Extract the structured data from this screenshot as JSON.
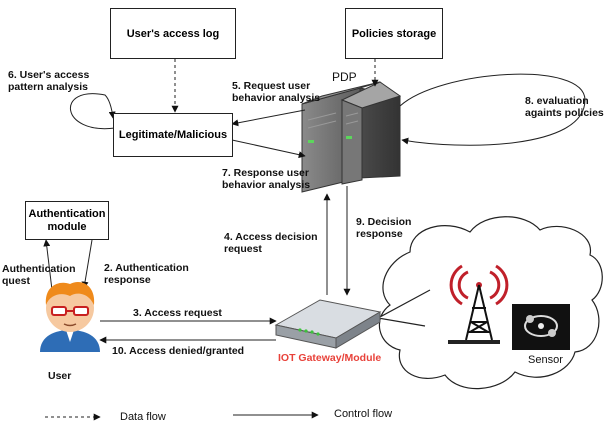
{
  "boxes": {
    "access_log": "User's access log",
    "policies": "Policies storage",
    "legit": "Legitimate/Malicious",
    "auth_module_line1": "Authentication",
    "auth_module_line2": "module"
  },
  "labels": {
    "pdp": "PDP",
    "user": "User",
    "gateway": "IOT Gateway/Module",
    "sensor": "Sensor",
    "step6_a": "6. User's access",
    "step6_b": "pattern analysis",
    "step5_a": "5. Request user",
    "step5_b": "behavior analysis",
    "step7_a": "7. Response user",
    "step7_b": "behavior analysis",
    "step8_a": "8. evaluation",
    "step8_b": "againts policies",
    "step4_a": "4. Access decision",
    "step4_b": "request",
    "step9_a": "9. Decision",
    "step9_b": "response",
    "step1_a": "Authentication",
    "step1_b": "quest",
    "step2_a": "2. Authentication",
    "step2_b": "response",
    "step3": "3. Access request",
    "step10": "10. Access denied/granted"
  },
  "legend": {
    "data_flow": "Data flow",
    "control_flow": "Control flow"
  },
  "colors": {
    "gateway_label": "#e8423a",
    "line": "#222222",
    "server": "#6b6b6b"
  }
}
